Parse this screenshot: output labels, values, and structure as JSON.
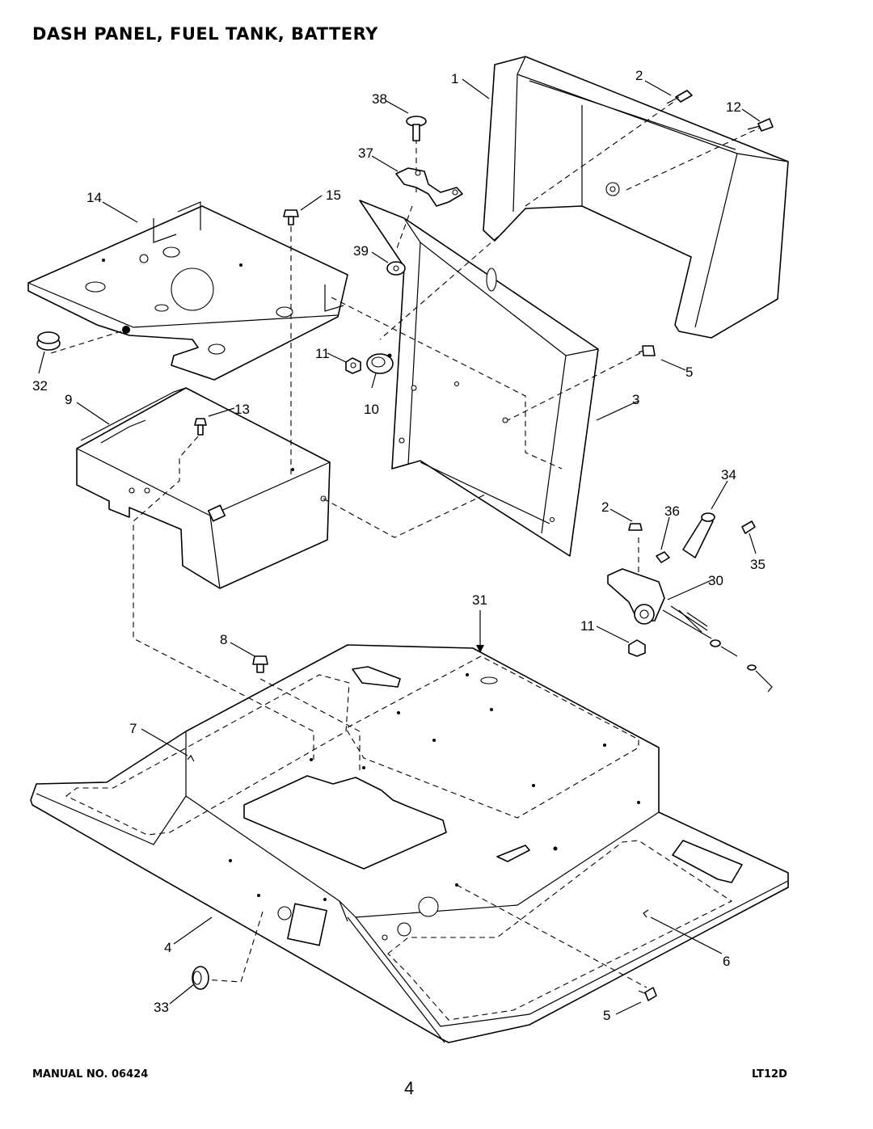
{
  "title": "DASH PANEL, FUEL TANK, BATTERY",
  "footer": {
    "manual": "MANUAL NO. 06424",
    "page_number": "4",
    "model": "LT12D"
  },
  "callouts": [
    "1",
    "2",
    "12",
    "38",
    "37",
    "14",
    "15",
    "39",
    "11",
    "10",
    "5",
    "32",
    "9",
    "13",
    "3",
    "34",
    "2",
    "36",
    "35",
    "30",
    "31",
    "11",
    "8",
    "7",
    "4",
    "6",
    "33",
    "5"
  ]
}
